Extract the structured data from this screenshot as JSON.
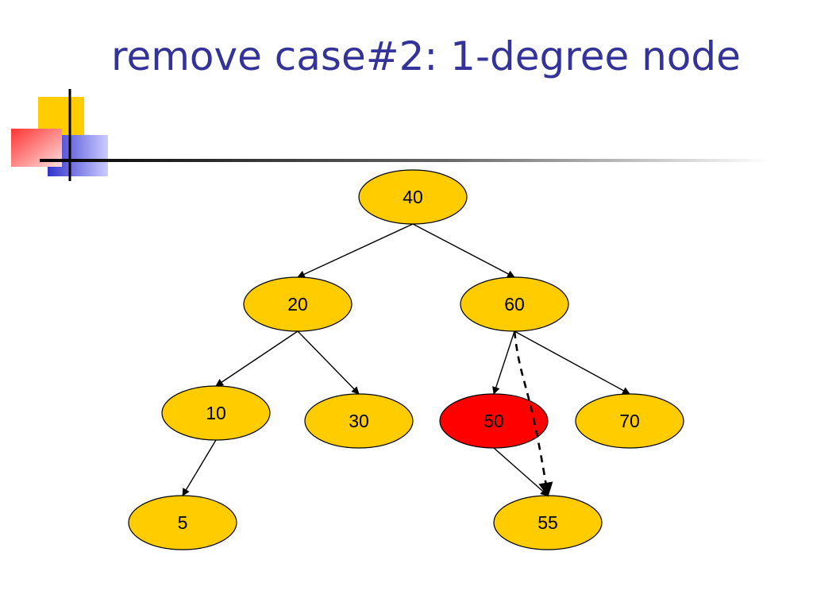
{
  "slide": {
    "title": "remove case#2: 1-degree node"
  },
  "colors": {
    "title": "#333399",
    "node_fill": "#FFCC00",
    "removed_node_fill": "#FF0000",
    "edge": "#000000",
    "deco_yellow": "#FFCC00",
    "deco_blue": "#3333CC",
    "deco_red": "#FF3333"
  },
  "tree": {
    "nodes": [
      {
        "id": "n40",
        "label": "40",
        "removed": false
      },
      {
        "id": "n20",
        "label": "20",
        "removed": false
      },
      {
        "id": "n60",
        "label": "60",
        "removed": false
      },
      {
        "id": "n10",
        "label": "10",
        "removed": false
      },
      {
        "id": "n30",
        "label": "30",
        "removed": false
      },
      {
        "id": "n50",
        "label": "50",
        "removed": true
      },
      {
        "id": "n70",
        "label": "70",
        "removed": false
      },
      {
        "id": "n5",
        "label": "5",
        "removed": false
      },
      {
        "id": "n55",
        "label": "55",
        "removed": false
      }
    ],
    "edges": [
      {
        "from": "40",
        "to": "20"
      },
      {
        "from": "40",
        "to": "60"
      },
      {
        "from": "20",
        "to": "10"
      },
      {
        "from": "20",
        "to": "30"
      },
      {
        "from": "60",
        "to": "50"
      },
      {
        "from": "60",
        "to": "70"
      },
      {
        "from": "10",
        "to": "5"
      },
      {
        "from": "50",
        "to": "55"
      }
    ],
    "replacement_link": {
      "from": "60",
      "to": "55",
      "style": "dashed"
    }
  }
}
